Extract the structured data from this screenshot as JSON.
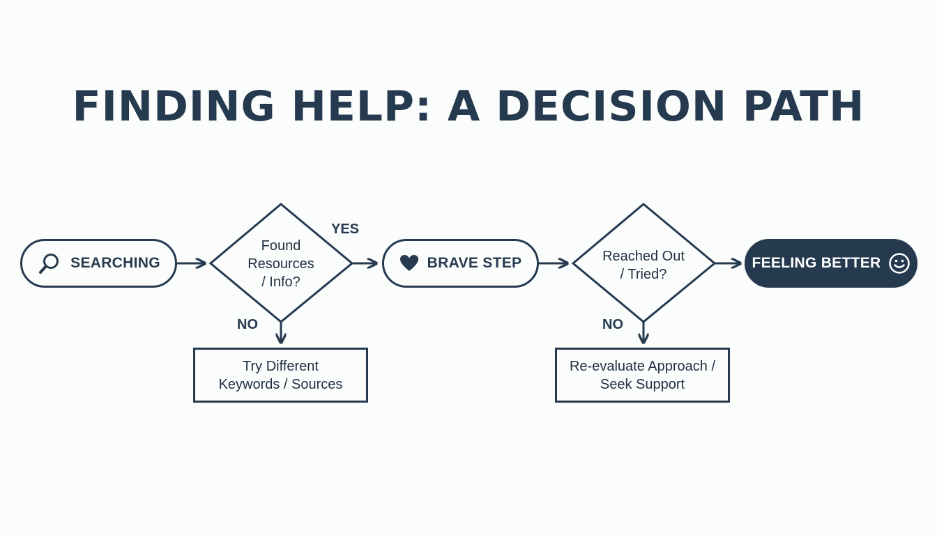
{
  "title": "FINDING HELP: A DECISION PATH",
  "colors": {
    "primary": "#263a4f",
    "background": "#fbfcfc",
    "on_primary": "#ffffff"
  },
  "nodes": {
    "searching": {
      "label": "SEARCHING",
      "icon": "search-icon"
    },
    "decision_found": {
      "line1": "Found",
      "line2": "Resources",
      "line3": "/ Info?"
    },
    "brave_step": {
      "label": "BRAVE STEP",
      "icon": "heart-icon"
    },
    "decision_reached": {
      "line1": "Reached Out",
      "line2": "/ Tried?"
    },
    "feeling_better": {
      "label": "FEELING BETTER",
      "icon": "smiley-icon"
    },
    "try_different": {
      "line1": "Try Different",
      "line2": "Keywords / Sources"
    },
    "reevaluate": {
      "line1": "Re-evaluate Approach /",
      "line2": "Seek Support"
    }
  },
  "edge_labels": {
    "yes": "YES",
    "no_first": "NO",
    "no_second": "NO"
  }
}
